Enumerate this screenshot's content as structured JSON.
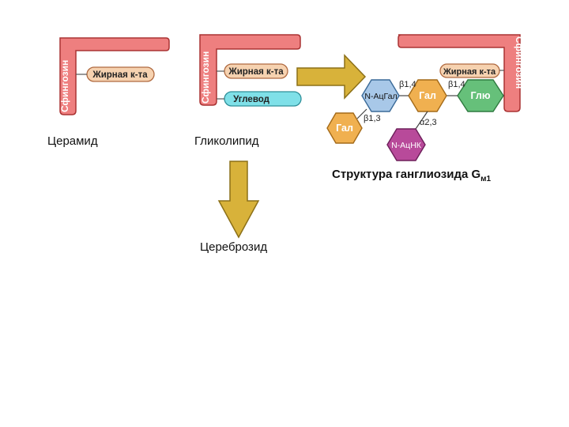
{
  "colors": {
    "sphingosine": "#ee7f7f",
    "sphingosine_edge": "#aa3333",
    "fatty_acid": "#f6d2b0",
    "carbohydrate": "#7fe0e8",
    "arrow": "#d8b23a",
    "arrow_edge": "#8c7018",
    "gal": "#f0b050",
    "glc": "#66c07a",
    "galnac": "#a8c8e8",
    "nana": "#b84a9a"
  },
  "labels": {
    "sphingosine": "Сфингозин",
    "fatty_acid": "Жирная к-та",
    "carbohydrate": "Углевод",
    "ceramide": "Церамид",
    "glycolipid": "Гликолипид",
    "cerebroside": "Цереброзид",
    "ganglioside_title": "Структура ганглиозида G",
    "ganglioside_sub": "м1"
  },
  "sugars": {
    "glc": "Глю",
    "gal1": "Гал",
    "galnac": "N-АцГал",
    "gal2": "Гал",
    "nana": "N-АцНК"
  },
  "bonds": {
    "b14_a": "β1,4",
    "b14_b": "β1,4",
    "b13": "β1,3",
    "a23": "α2,3"
  }
}
